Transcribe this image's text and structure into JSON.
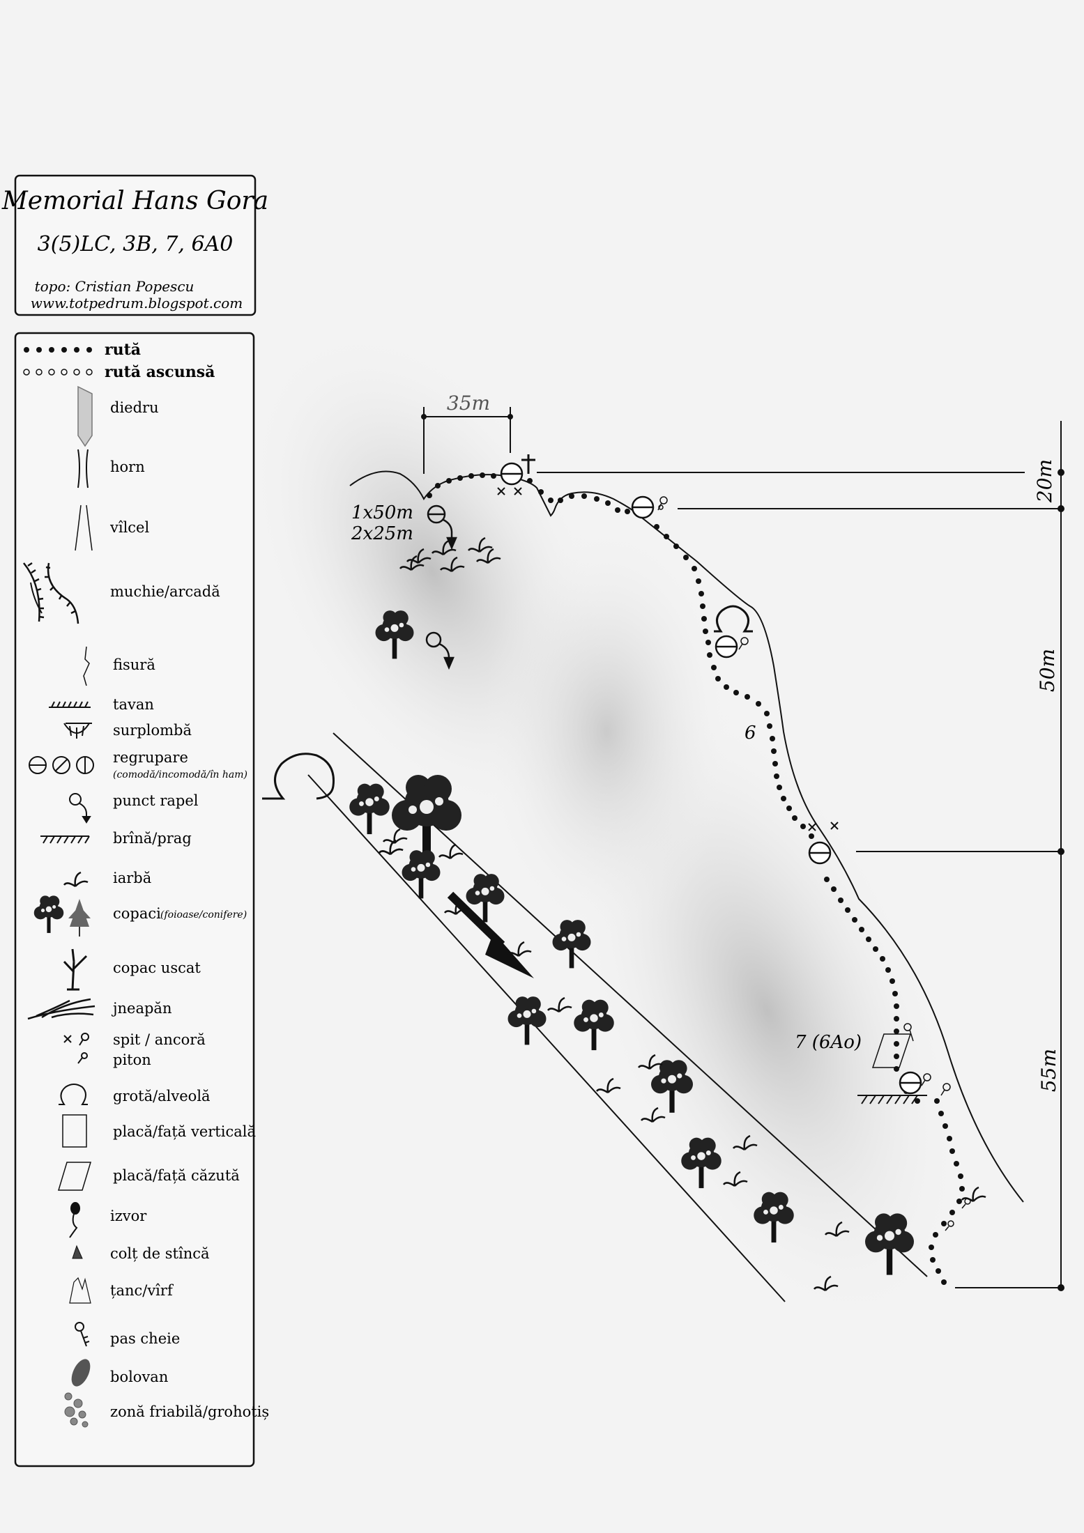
{
  "header": {
    "title": "Memorial Hans Gora",
    "grade": "3(5)LC, 3B, 7, 6A0",
    "author": "topo: Cristian Popescu",
    "website": "www.totpedrum.blogspot.com"
  },
  "legend": {
    "items": [
      {
        "icon": "dotted-route-icon",
        "label": "rută"
      },
      {
        "icon": "hollow-dotted-route-icon",
        "label": "rută ascunsă"
      },
      {
        "icon": "dihedral-icon",
        "label": "diedru"
      },
      {
        "icon": "chimney-icon",
        "label": "horn"
      },
      {
        "icon": "gully-icon",
        "label": "vîlcel"
      },
      {
        "icon": "edge-arch-icon",
        "label": "muchie/arcadă"
      },
      {
        "icon": "crack-icon",
        "label": "fisură"
      },
      {
        "icon": "roof-icon",
        "label": "tavan"
      },
      {
        "icon": "overhang-icon",
        "label": "surplombă"
      },
      {
        "icon": "belay-icon",
        "label": "regrupare",
        "note": "(comodă/incomodă/în ham)"
      },
      {
        "icon": "rappel-point-icon",
        "label": "punct rapel"
      },
      {
        "icon": "ledge-icon",
        "label": "brînă/prag"
      },
      {
        "icon": "grass-icon",
        "label": "iarbă"
      },
      {
        "icon": "trees-icon",
        "label": "copaci",
        "note": "(foioase/conifere)"
      },
      {
        "icon": "dead-tree-icon",
        "label": "copac uscat"
      },
      {
        "icon": "juniper-icon",
        "label": "jneapăn"
      },
      {
        "icon": "bolt-anchor-icon",
        "label": "spit / ancoră"
      },
      {
        "icon": "piton-icon",
        "label": "piton"
      },
      {
        "icon": "cave-icon",
        "label": "grotă/alveolă"
      },
      {
        "icon": "vertical-slab-icon",
        "label": "placă/față verticală"
      },
      {
        "icon": "slab-icon",
        "label": "placă/față căzută"
      },
      {
        "icon": "spring-icon",
        "label": "izvor"
      },
      {
        "icon": "rock-spike-icon",
        "label": "colț de stîncă"
      },
      {
        "icon": "pinnacle-icon",
        "label": "țanc/vîrf"
      },
      {
        "icon": "key-step-icon",
        "label": "pas cheie"
      },
      {
        "icon": "boulder-icon",
        "label": "bolovan"
      },
      {
        "icon": "scree-icon",
        "label": "zonă friabilă/grohotiș"
      }
    ]
  },
  "topo": {
    "width_label": "35m",
    "rappel_label_1": "1x50m",
    "rappel_label_2": "2x25m",
    "pitch_6_label": "6",
    "pitch_7_label": "7 (6Ao)",
    "heights": [
      "20m",
      "50m",
      "55m"
    ]
  }
}
